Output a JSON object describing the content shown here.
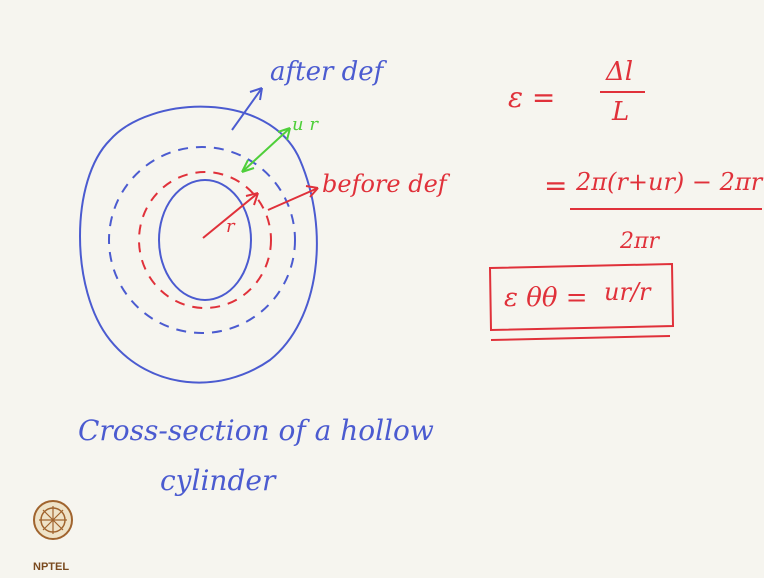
{
  "labels": {
    "after_def": "after def",
    "u_r_arrow": "u r",
    "before_def": "before def",
    "radius_r": "r",
    "caption_line1": "Cross-section of a hollow",
    "caption_line2": "cylinder"
  },
  "equations": {
    "eq1_lhs": "ε =",
    "eq1_numerator": "Δl",
    "eq1_denominator": "L",
    "eq2_equals": "=",
    "eq2_numerator": "2π(r+ur) − 2πr",
    "eq2_denominator": "2πr",
    "boxed_lhs": "ε θθ =",
    "boxed_rhs": "ur/r"
  },
  "logo": {
    "text": "NPTEL"
  },
  "colors": {
    "blue": "#4b5bd0",
    "red": "#e0313a",
    "green": "#4fcf3a",
    "background": "#f6f5ef"
  }
}
